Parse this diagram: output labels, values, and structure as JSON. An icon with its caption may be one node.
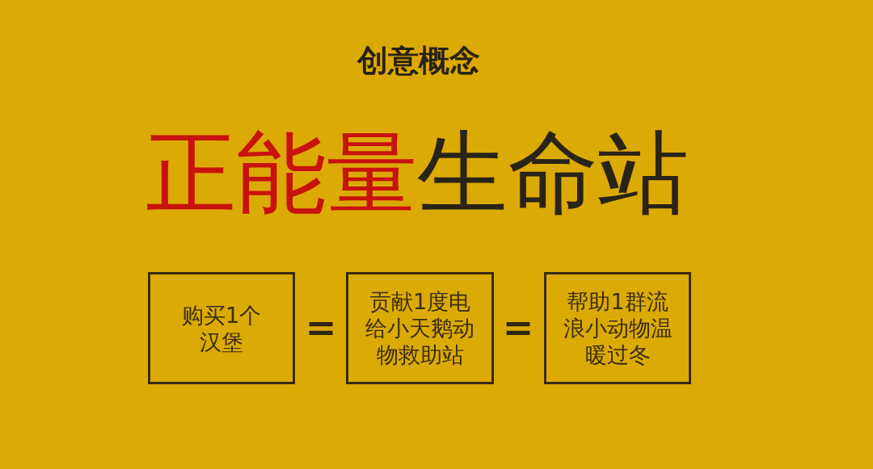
{
  "diagram": {
    "title": "创意概念",
    "nodes": [
      {
        "text": [
          "购买1个汉堡"
        ]
      },
      {
        "text": [
          "贡献1度电给小天鹅动物救助站"
        ]
      },
      {
        "text": [
          "帮助1群流浪小动物温暖过冬"
        ]
      }
    ],
    "labels": [
      "正能量",
      "生命站",
      "=",
      "="
    ]
  }
}
